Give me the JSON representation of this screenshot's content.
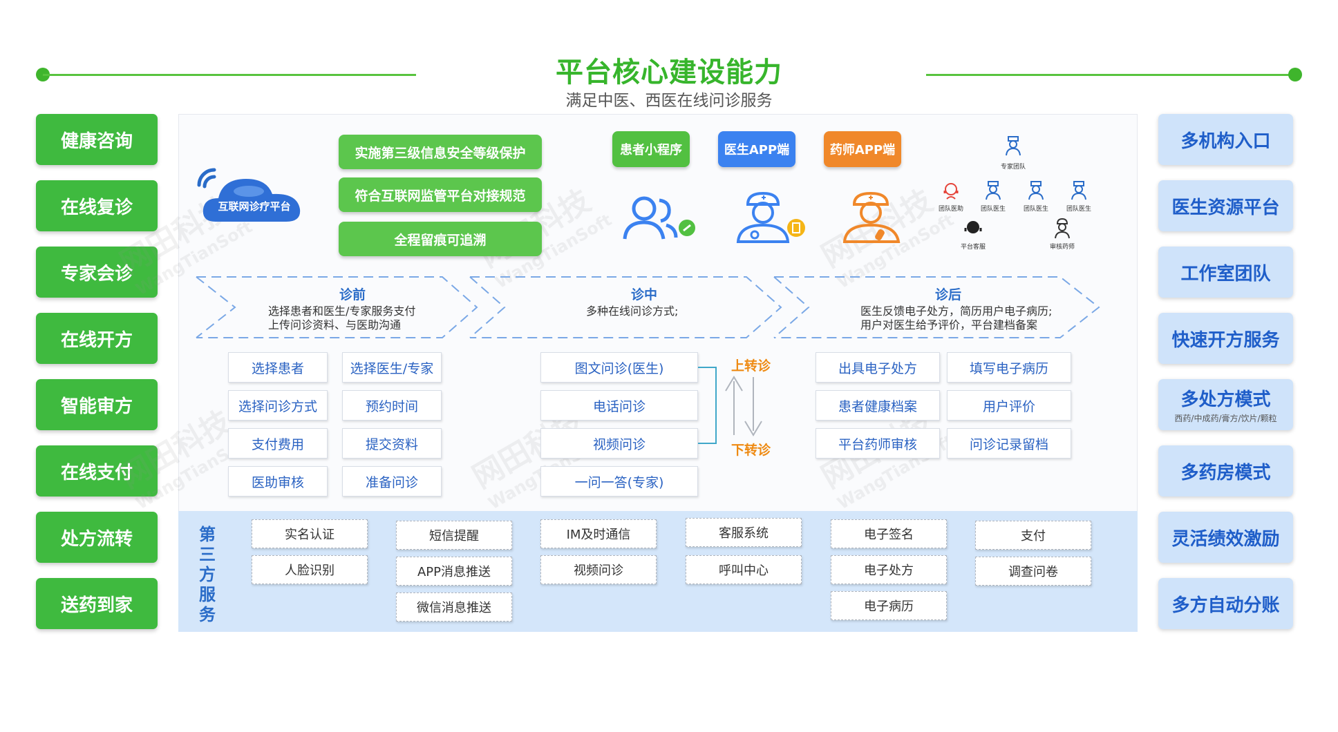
{
  "header": {
    "title": "平台核心建设能力",
    "subtitle": "满足中医、西医在线问诊服务"
  },
  "left_features": [
    "健康咨询",
    "在线复诊",
    "专家会诊",
    "在线开方",
    "智能审方",
    "在线支付",
    "处方流转",
    "送药到家"
  ],
  "right_features": [
    {
      "label": "多机构入口",
      "sub": ""
    },
    {
      "label": "医生资源平台",
      "sub": ""
    },
    {
      "label": "工作室团队",
      "sub": ""
    },
    {
      "label": "快速开方服务",
      "sub": ""
    },
    {
      "label": "多处方模式",
      "sub": "西药/中成药/膏方/饮片/颗粒"
    },
    {
      "label": "多药房模式",
      "sub": ""
    },
    {
      "label": "灵活绩效激励",
      "sub": ""
    },
    {
      "label": "多方自动分账",
      "sub": ""
    }
  ],
  "platform": {
    "name": "互联网诊疗平台",
    "capabilities": [
      "实施第三级信息安全等级保护",
      "符合互联网监管平台对接规范",
      "全程留痕可追溯"
    ]
  },
  "apps": [
    {
      "label": "患者小程序",
      "color": "#52c041"
    },
    {
      "label": "医生APP端",
      "color": "#3b82f0"
    },
    {
      "label": "药师APP端",
      "color": "#f0882a"
    }
  ],
  "team": {
    "lead": "专家团队",
    "members": [
      "团队医助",
      "团队医生",
      "团队医生",
      "团队医生"
    ],
    "bottom": [
      "平台客服",
      "审核药师"
    ]
  },
  "stages": [
    {
      "title": "诊前",
      "desc": [
        "选择患者和医生/专家服务支付",
        "上传问诊资料、与医助沟通"
      ]
    },
    {
      "title": "诊中",
      "desc": [
        "多种在线问诊方式;"
      ]
    },
    {
      "title": "诊后",
      "desc": [
        "医生反馈电子处方，简历用户电子病历;",
        "用户对医生给予评价，平台建档备案"
      ]
    }
  ],
  "pre_steps": [
    [
      "选择患者",
      "选择医生/专家"
    ],
    [
      "选择问诊方式",
      "预约时间"
    ],
    [
      "支付费用",
      "提交资料"
    ],
    [
      "医助审核",
      "准备问诊"
    ]
  ],
  "mid_steps": [
    "图文问诊(医生)",
    "电话问诊",
    "视频问诊",
    "一问一答(专家)"
  ],
  "transfer": {
    "up": "上转诊",
    "down": "下转诊"
  },
  "post_steps": [
    [
      "出具电子处方",
      "填写电子病历"
    ],
    [
      "患者健康档案",
      "用户评价"
    ],
    [
      "平台药师审核",
      "问诊记录留档"
    ]
  ],
  "third_party": {
    "label": "第三方服务",
    "columns": [
      [
        "实名认证",
        "人脸识别"
      ],
      [
        "短信提醒",
        "APP消息推送",
        "微信消息推送"
      ],
      [
        "IM及时通信",
        "视频问诊"
      ],
      [
        "客服系统",
        "呼叫中心"
      ],
      [
        "电子签名",
        "电子处方",
        "电子病历"
      ],
      [
        "支付",
        "调查问卷"
      ]
    ]
  },
  "watermark": {
    "cn": "网田科技",
    "en": "WangTianSoft"
  },
  "colors": {
    "green": "#3fba3f",
    "blue": "#2a6cc8",
    "light_blue": "#cfe3fa",
    "orange": "#ee8a12"
  }
}
